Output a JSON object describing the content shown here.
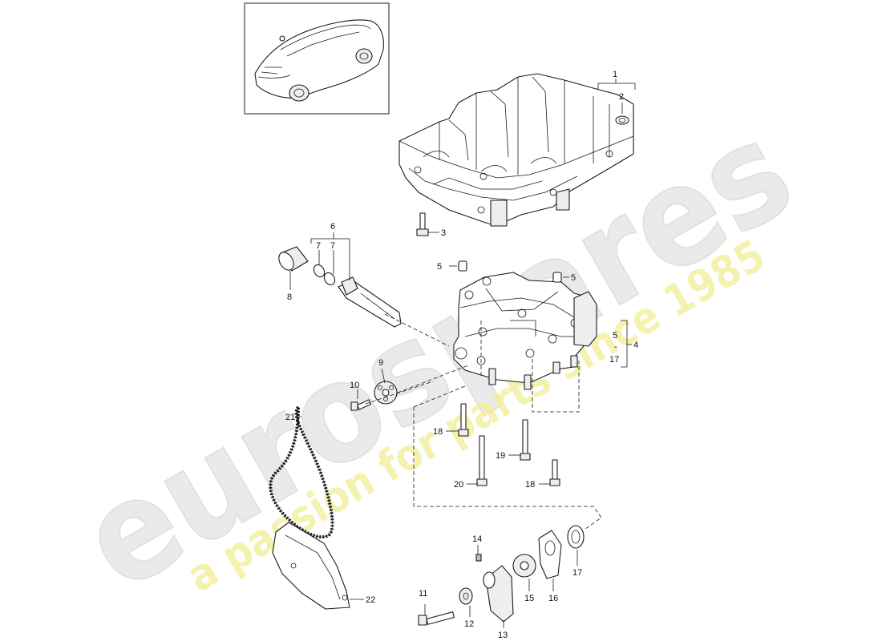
{
  "watermark": {
    "brand": "eurospares",
    "tagline": "a passion for parts since 1985",
    "brand_color": "#dcdcdc",
    "tagline_color": "#f2ee9a"
  },
  "thumbnail": {
    "icon": "car-icon"
  },
  "callouts": {
    "c1": "1",
    "c2": "2",
    "c3": "3",
    "c4": "4",
    "c5a": "5",
    "c5b": "5",
    "c5c": "5",
    "c5_17_from": "5",
    "c5_17_dash": "-",
    "c5_17_to": "17",
    "c6": "6",
    "c7a": "7",
    "c7b": "7",
    "c8": "8",
    "c9": "9",
    "c10": "10",
    "c11": "11",
    "c12": "12",
    "c13": "13",
    "c14": "14",
    "c15": "15",
    "c16": "16",
    "c17": "17",
    "c18a": "18",
    "c18b": "18",
    "c19": "19",
    "c20": "20",
    "c21": "21",
    "c22": "22"
  }
}
